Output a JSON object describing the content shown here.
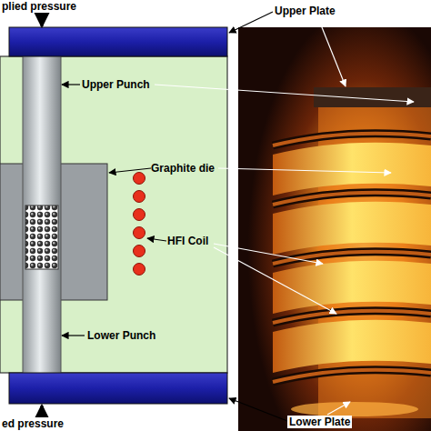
{
  "diagram": {
    "labels": [
      "plied pressure",
      "Upper Plate",
      "Upper Punch",
      "Graphite die",
      "HFI Coil",
      "Lower Punch",
      "ed pressure",
      "Lower Plate"
    ]
  }
}
